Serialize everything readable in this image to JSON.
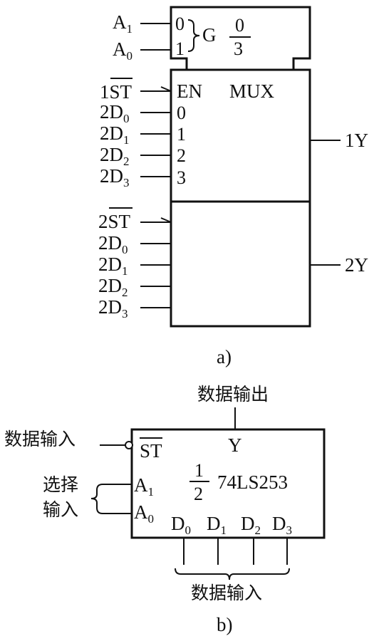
{
  "diagram_a": {
    "caption": "a)",
    "select_inputs": [
      {
        "base": "A",
        "sub": "1",
        "bit": "0"
      },
      {
        "base": "A",
        "sub": "0",
        "bit": "1"
      }
    ],
    "g_label": "G",
    "g_frac_num": "0",
    "g_frac_den": "3",
    "enable_label": "EN",
    "mux_label": "MUX",
    "st1_prefix": "1",
    "st2_prefix": "2",
    "st_text": "ST",
    "data_inputs_1": [
      {
        "base": "2D",
        "sub": "0",
        "pin": "0"
      },
      {
        "base": "2D",
        "sub": "1",
        "pin": "1"
      },
      {
        "base": "2D",
        "sub": "2",
        "pin": "2"
      },
      {
        "base": "2D",
        "sub": "3",
        "pin": "3"
      }
    ],
    "data_inputs_2": [
      {
        "base": "2D",
        "sub": "0"
      },
      {
        "base": "2D",
        "sub": "1"
      },
      {
        "base": "2D",
        "sub": "2"
      },
      {
        "base": "2D",
        "sub": "3"
      }
    ],
    "output_1": "1Y",
    "output_2": "2Y"
  },
  "diagram_b": {
    "caption": "b)",
    "data_output_label": "数据输出",
    "data_input_label_left": "数据输入",
    "st_text": "ST",
    "y_label": "Y",
    "select_label_line1": "选择",
    "select_label_line2": "输入",
    "a1": {
      "base": "A",
      "sub": "1"
    },
    "a0": {
      "base": "A",
      "sub": "0"
    },
    "frac_num": "1",
    "frac_den": "2",
    "chip_name": "74LS253",
    "d_inputs": [
      {
        "base": "D",
        "sub": "0"
      },
      {
        "base": "D",
        "sub": "1"
      },
      {
        "base": "D",
        "sub": "2"
      },
      {
        "base": "D",
        "sub": "3"
      }
    ],
    "data_input_label_bottom": "数据输入"
  }
}
